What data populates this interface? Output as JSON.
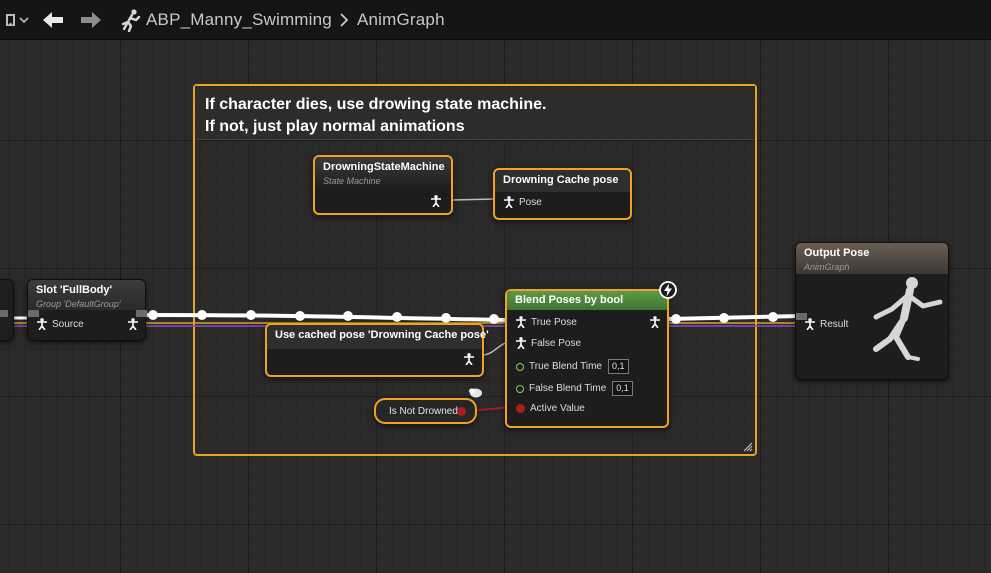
{
  "breadcrumb": {
    "asset": "ABP_Manny_Swimming",
    "graph": "AnimGraph"
  },
  "comment": {
    "line1": "If character dies, use drowing state machine.",
    "line2": "If not, just play normal animations"
  },
  "nodes": {
    "slot": {
      "title": "Slot 'FullBody'",
      "subtitle": "Group 'DefaultGroup'",
      "pin_source": "Source"
    },
    "state_machine": {
      "title": "DrowningStateMachine",
      "subtitle": "State Machine"
    },
    "cache_pose": {
      "title": "Drowning Cache pose",
      "pin_pose": "Pose"
    },
    "use_cached": {
      "title": "Use cached pose 'Drowning Cache pose'"
    },
    "blend": {
      "title": "Blend Poses by bool",
      "pin_true_pose": "True Pose",
      "pin_false_pose": "False Pose",
      "pin_true_blend": "True Blend Time",
      "true_blend_value": "0,1",
      "pin_false_blend": "False Blend Time",
      "false_blend_value": "0,1",
      "pin_active": "Active Value"
    },
    "is_not_drowned": {
      "label": "Is Not Drowned"
    },
    "output": {
      "title": "Output Pose",
      "subtitle": "AnimGraph",
      "pin_result": "Result"
    }
  },
  "colors": {
    "selection": "#f0a31e",
    "blend_header": "#4c8a3c",
    "output_header": "#5a5048",
    "bool_pin": "#b21b1b",
    "float_pin": "#8fd14f"
  }
}
